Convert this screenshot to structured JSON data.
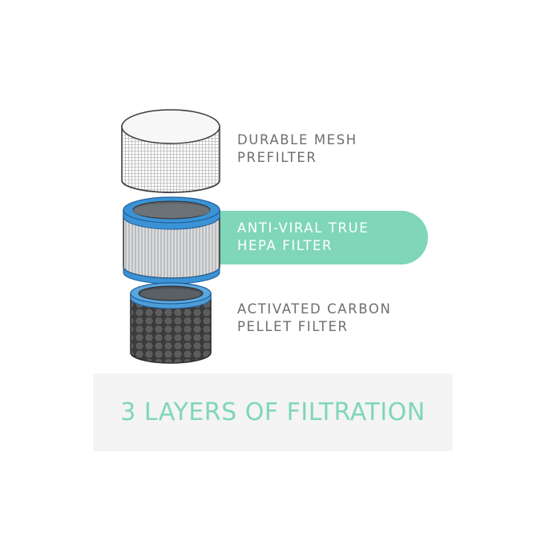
{
  "layers": [
    {
      "id": "mesh",
      "lines": [
        "DURABLE MESH",
        "PREFILTER"
      ]
    },
    {
      "id": "hepa",
      "lines": [
        "ANTI-VIRAL TRUE",
        "HEPA FILTER"
      ],
      "highlighted": true
    },
    {
      "id": "carbon",
      "lines": [
        "ACTIVATED CARBON",
        "PELLET FILTER"
      ]
    }
  ],
  "caption": "3 LAYERS OF FILTRATION",
  "colors": {
    "accent": "#7fd6b9",
    "label_text": "#6d6e71",
    "caption_panel": "#f3f4f3",
    "hepa_ring": "#3b93d6",
    "carbon_body": "#3c3c3c",
    "outline": "#3a3a3a"
  }
}
